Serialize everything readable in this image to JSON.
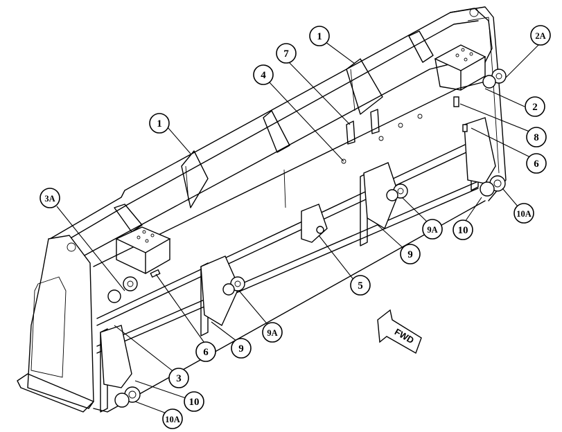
{
  "diagram": {
    "callouts": [
      {
        "id": "c1a",
        "label": "1"
      },
      {
        "id": "c1b",
        "label": "1"
      },
      {
        "id": "c2",
        "label": "2"
      },
      {
        "id": "c2a",
        "label": "2A"
      },
      {
        "id": "c3",
        "label": "3"
      },
      {
        "id": "c3a",
        "label": "3A"
      },
      {
        "id": "c4",
        "label": "4"
      },
      {
        "id": "c5",
        "label": "5"
      },
      {
        "id": "c6a",
        "label": "6"
      },
      {
        "id": "c6b",
        "label": "6"
      },
      {
        "id": "c7",
        "label": "7"
      },
      {
        "id": "c8",
        "label": "8"
      },
      {
        "id": "c9a",
        "label": "9"
      },
      {
        "id": "c9b",
        "label": "9"
      },
      {
        "id": "c9aa",
        "label": "9A"
      },
      {
        "id": "c9ab",
        "label": "9A"
      },
      {
        "id": "c10a",
        "label": "10"
      },
      {
        "id": "c10b",
        "label": "10"
      },
      {
        "id": "c10aa",
        "label": "10A"
      },
      {
        "id": "c10ab",
        "label": "10A"
      }
    ],
    "direction_label": "FWD"
  }
}
